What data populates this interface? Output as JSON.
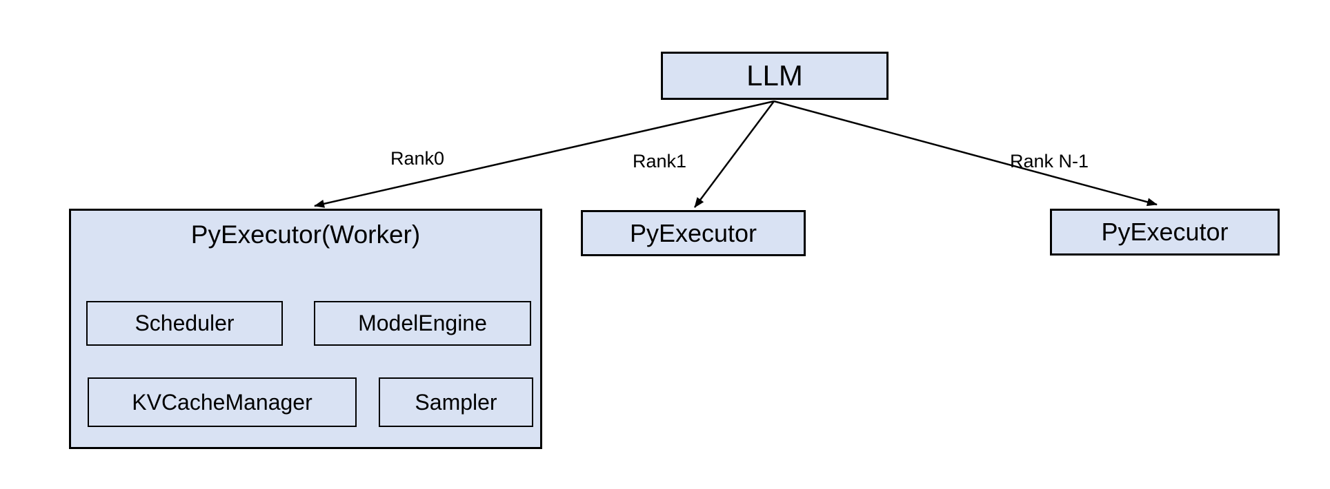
{
  "diagram": {
    "nodes": {
      "llm": {
        "label": "LLM"
      },
      "worker": {
        "label": "PyExecutor(Worker)",
        "children": [
          {
            "label": "Scheduler"
          },
          {
            "label": "ModelEngine"
          },
          {
            "label": "KVCacheManager"
          },
          {
            "label": "Sampler"
          }
        ]
      },
      "executor_rank1": {
        "label": "PyExecutor"
      },
      "executor_rank_n": {
        "label": "PyExecutor"
      }
    },
    "edges": [
      {
        "from": "LLM",
        "to": "PyExecutor(Worker)",
        "label": "Rank0"
      },
      {
        "from": "LLM",
        "to": "PyExecutor",
        "label": "Rank1"
      },
      {
        "from": "LLM",
        "to": "PyExecutor",
        "label": "Rank N-1"
      }
    ],
    "colors": {
      "box_fill": "#d9e2f3",
      "box_border": "#000000",
      "arrow": "#000000",
      "text": "#000000",
      "background": "#ffffff"
    }
  }
}
